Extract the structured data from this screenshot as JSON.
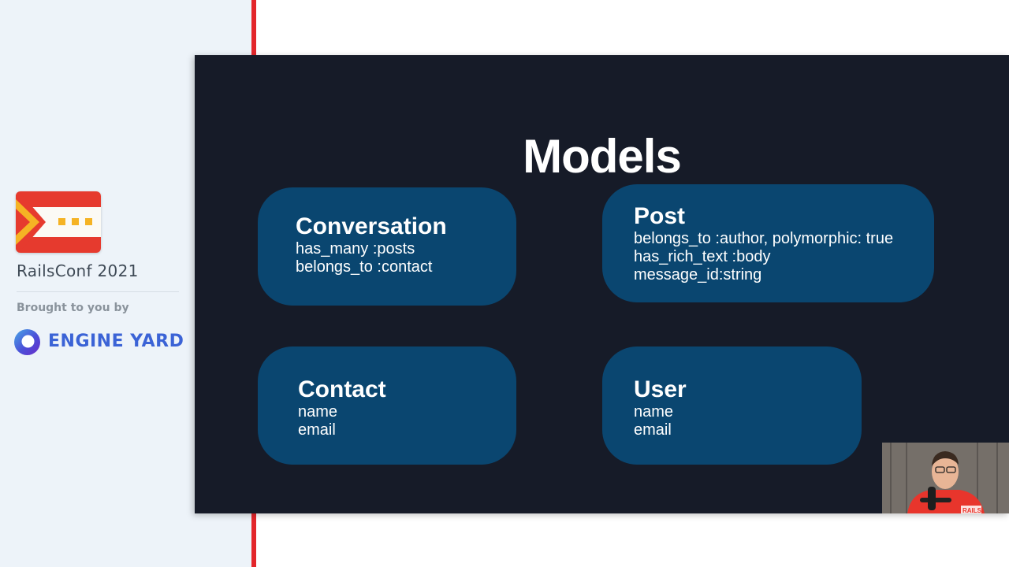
{
  "conference": {
    "name": "RailsConf 2021",
    "brought_by_label": "Brought to you by",
    "sponsor": "ENGINE YARD",
    "logo_icon": "railsconf-logo-icon",
    "sponsor_icon": "engine-yard-logo-icon"
  },
  "colors": {
    "accent_red": "#e3262b",
    "slide_background": "#161b28",
    "card_background": "#0a4670",
    "sponsor_blue": "#3b63d6"
  },
  "slide": {
    "title": "Models",
    "cards": [
      {
        "name": "Conversation",
        "lines": [
          "has_many :posts",
          "belongs_to :contact"
        ]
      },
      {
        "name": "Post",
        "lines": [
          "belongs_to :author, polymorphic: true",
          "has_rich_text :body",
          "message_id:string"
        ]
      },
      {
        "name": "Contact",
        "lines": [
          "name",
          "email"
        ]
      },
      {
        "name": "User",
        "lines": [
          "name",
          "email"
        ]
      }
    ]
  },
  "presenter": {
    "shirt_text": "RAILS"
  }
}
